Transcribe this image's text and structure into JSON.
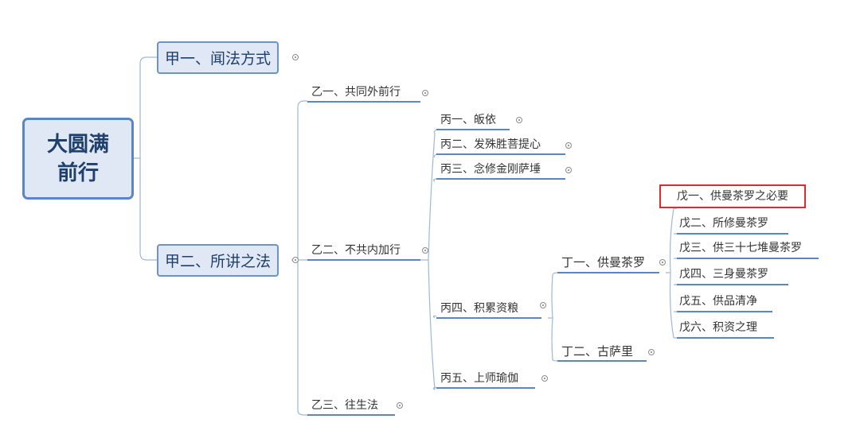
{
  "root": {
    "line1": "大圆满",
    "line2": "前行"
  },
  "jia": [
    {
      "label": "甲一、闻法方式"
    },
    {
      "label": "甲二、所讲之法"
    }
  ],
  "yi": [
    {
      "label": "乙一、共同外前行"
    },
    {
      "label": "乙二、不共内加行"
    },
    {
      "label": "乙三、往生法"
    }
  ],
  "bing": [
    {
      "label": "丙一、皈依"
    },
    {
      "label": "丙二、发殊胜菩提心"
    },
    {
      "label": "丙三、念修金刚萨埵"
    },
    {
      "label": "丙四、积累资粮"
    },
    {
      "label": "丙五、上师瑜伽"
    }
  ],
  "ding": [
    {
      "label": "丁一、供曼茶罗"
    },
    {
      "label": "丁二、古萨里"
    }
  ],
  "wu": [
    {
      "label": "戊一、供曼茶罗之必要",
      "highlighted": true
    },
    {
      "label": "戊二、所修曼茶罗"
    },
    {
      "label": "戊三、供三十七堆曼茶罗"
    },
    {
      "label": "戊四、三身曼茶罗"
    },
    {
      "label": "戊五、供品清净"
    },
    {
      "label": "戊六、积资之理"
    }
  ],
  "colors": {
    "connector": "#9fb8d8",
    "underline": "#5b86c2",
    "node_fill": "#dfe8f4",
    "node_border": "#5b86c2",
    "highlight": "#e02b2b"
  }
}
